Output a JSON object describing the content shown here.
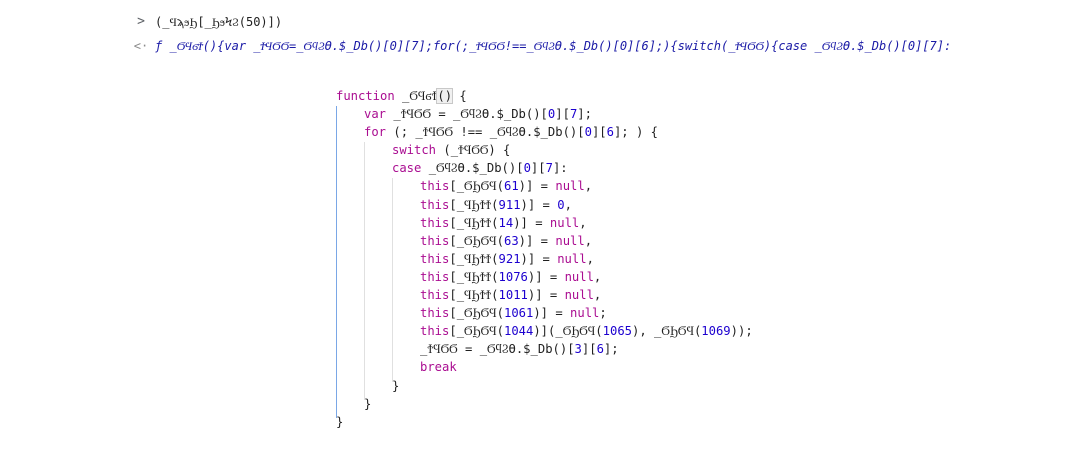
{
  "console": {
    "prompt_glyph": ">",
    "prompt_input": "(_ϤϡϧϦ[_ϦϧϞϨ(50)])",
    "result_glyph": "<·",
    "result_fn_marker": "ƒ",
    "result_text": "_ϬϤϭϮ(){var _ϮϤϬϬ=_ϬϥϨϴ.$_Db()[0][7];for(;_ϮϤϬϬ!==_ϬϥϨϴ.$_Db()[0][6];){switch(_ϮϤϬϬ){case _ϬϥϨϴ.$_Db()[0][7]:"
  },
  "code": {
    "lines": [
      {
        "indent": 0,
        "parts": [
          [
            "kw",
            "function"
          ],
          [
            "id",
            " _ϬϤϭϮ"
          ],
          [
            "sel",
            "()"
          ],
          [
            "punc",
            " {"
          ]
        ]
      },
      {
        "indent": 1,
        "parts": [
          [
            "kw",
            "var"
          ],
          [
            "id",
            " _ϮϤϬϬ = _ϬϥϨϴ.$_Db()["
          ],
          [
            "n",
            "0"
          ],
          [
            "punc",
            "]["
          ],
          [
            "n",
            "7"
          ],
          [
            "punc",
            "];"
          ]
        ]
      },
      {
        "indent": 1,
        "parts": [
          [
            "kw",
            "for"
          ],
          [
            "punc",
            " (; _ϮϤϬϬ !== _ϬϥϨϴ.$_Db()["
          ],
          [
            "n",
            "0"
          ],
          [
            "punc",
            "]["
          ],
          [
            "n",
            "6"
          ],
          [
            "punc",
            "]; ) {"
          ]
        ]
      },
      {
        "indent": 2,
        "parts": [
          [
            "kw",
            "switch"
          ],
          [
            "punc",
            " (_ϮϤϬϬ) {"
          ]
        ]
      },
      {
        "indent": 2,
        "parts": [
          [
            "kw",
            "case"
          ],
          [
            "punc",
            " _ϬϥϨϴ.$_Db()["
          ],
          [
            "n",
            "0"
          ],
          [
            "punc",
            "]["
          ],
          [
            "n",
            "7"
          ],
          [
            "punc",
            "]:"
          ]
        ]
      },
      {
        "indent": 3,
        "parts": [
          [
            "this",
            "this"
          ],
          [
            "punc",
            "[_ϬϦϬϤ("
          ],
          [
            "n",
            "61"
          ],
          [
            "punc",
            ")] = "
          ],
          [
            "null",
            "null"
          ],
          [
            "punc",
            ","
          ]
        ]
      },
      {
        "indent": 3,
        "parts": [
          [
            "this",
            "this"
          ],
          [
            "punc",
            "[_ϤϦϮϮ("
          ],
          [
            "n",
            "911"
          ],
          [
            "punc",
            ")] = "
          ],
          [
            "n",
            "0"
          ],
          [
            "punc",
            ","
          ]
        ]
      },
      {
        "indent": 3,
        "parts": [
          [
            "this",
            "this"
          ],
          [
            "punc",
            "[_ϤϦϮϮ("
          ],
          [
            "n",
            "14"
          ],
          [
            "punc",
            ")] = "
          ],
          [
            "null",
            "null"
          ],
          [
            "punc",
            ","
          ]
        ]
      },
      {
        "indent": 3,
        "parts": [
          [
            "this",
            "this"
          ],
          [
            "punc",
            "[_ϬϦϬϤ("
          ],
          [
            "n",
            "63"
          ],
          [
            "punc",
            ")] = "
          ],
          [
            "null",
            "null"
          ],
          [
            "punc",
            ","
          ]
        ]
      },
      {
        "indent": 3,
        "parts": [
          [
            "this",
            "this"
          ],
          [
            "punc",
            "[_ϤϦϮϮ("
          ],
          [
            "n",
            "921"
          ],
          [
            "punc",
            ")] = "
          ],
          [
            "null",
            "null"
          ],
          [
            "punc",
            ","
          ]
        ]
      },
      {
        "indent": 3,
        "parts": [
          [
            "this",
            "this"
          ],
          [
            "punc",
            "[_ϤϦϮϮ("
          ],
          [
            "n",
            "1076"
          ],
          [
            "punc",
            ")] = "
          ],
          [
            "null",
            "null"
          ],
          [
            "punc",
            ","
          ]
        ]
      },
      {
        "indent": 3,
        "parts": [
          [
            "this",
            "this"
          ],
          [
            "punc",
            "[_ϤϦϮϮ("
          ],
          [
            "n",
            "1011"
          ],
          [
            "punc",
            ")] = "
          ],
          [
            "null",
            "null"
          ],
          [
            "punc",
            ","
          ]
        ]
      },
      {
        "indent": 3,
        "parts": [
          [
            "this",
            "this"
          ],
          [
            "punc",
            "[_ϬϦϬϤ("
          ],
          [
            "n",
            "1061"
          ],
          [
            "punc",
            ")] = "
          ],
          [
            "null",
            "null"
          ],
          [
            "punc",
            ";"
          ]
        ]
      },
      {
        "indent": 3,
        "parts": [
          [
            "this",
            "this"
          ],
          [
            "punc",
            "[_ϬϦϬϤ("
          ],
          [
            "n",
            "1044"
          ],
          [
            "punc",
            ")](_ϬϦϬϤ("
          ],
          [
            "n",
            "1065"
          ],
          [
            "punc",
            "), _ϬϦϬϤ("
          ],
          [
            "n",
            "1069"
          ],
          [
            "punc",
            "));"
          ]
        ]
      },
      {
        "indent": 3,
        "parts": [
          [
            "punc",
            "_ϮϤϬϬ = _ϬϥϨϴ.$_Db()["
          ],
          [
            "n",
            "3"
          ],
          [
            "punc",
            "]["
          ],
          [
            "n",
            "6"
          ],
          [
            "punc",
            "];"
          ]
        ]
      },
      {
        "indent": 3,
        "parts": [
          [
            "kw",
            "break"
          ]
        ]
      },
      {
        "indent": 2,
        "parts": [
          [
            "punc",
            "}"
          ]
        ]
      },
      {
        "indent": 1,
        "parts": [
          [
            "punc",
            "}"
          ]
        ]
      },
      {
        "indent": 0,
        "parts": [
          [
            "punc",
            "}"
          ]
        ]
      }
    ]
  },
  "colors": {
    "keyword": "#aa0d91",
    "number": "#1c00cf",
    "guide": "#7aa7e6",
    "background": "#ffffff"
  }
}
